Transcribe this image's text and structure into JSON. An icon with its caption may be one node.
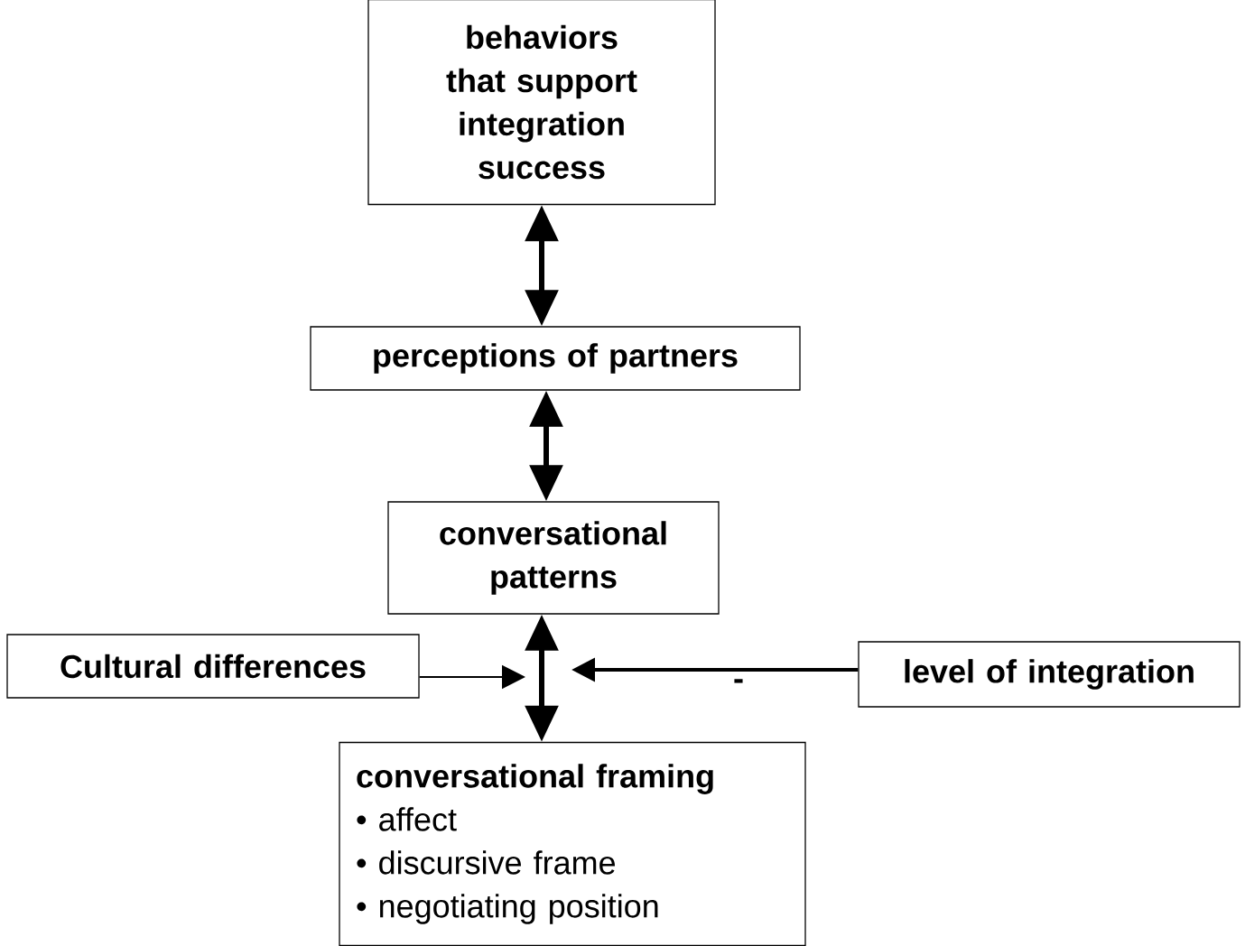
{
  "diagram": {
    "nodes": [
      {
        "text": [
          "behaviors that support integration success"
        ]
      },
      {
        "text": [
          "perceptions of partners"
        ]
      },
      {
        "text": [
          "conversational patterns"
        ]
      },
      {
        "text": [
          "Cultural differences"
        ]
      },
      {
        "text": [
          "level of integration"
        ]
      },
      {
        "text": [
          "conversational framing",
          "• affect",
          "• discursive frame",
          "• negotiating position"
        ]
      }
    ],
    "edges": [
      {
        "from": 0,
        "to": 1,
        "arrow": "both"
      },
      {
        "from": 1,
        "to": 2,
        "arrow": "both"
      },
      {
        "from": 2,
        "to": 5,
        "arrow": "both"
      },
      {
        "from": 3,
        "to": null,
        "arrow": "to"
      },
      {
        "from": 4,
        "to": null,
        "arrow": "to",
        "label": "-"
      }
    ]
  }
}
